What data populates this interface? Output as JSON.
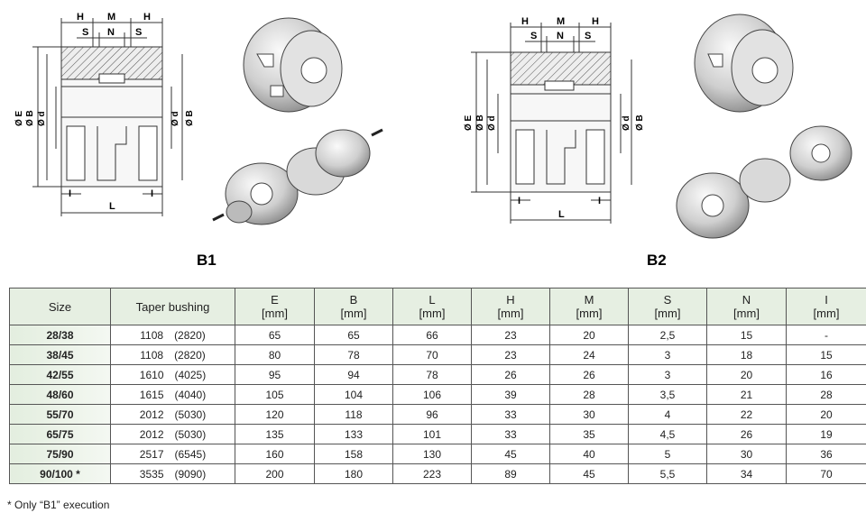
{
  "figures": [
    {
      "id": "B1",
      "label": "B1",
      "dims": {
        "H": "H",
        "M": "M",
        "S": "S",
        "N": "N",
        "E": "Ø E",
        "B": "Ø B",
        "d": "Ø d",
        "I": "I",
        "L": "L"
      }
    },
    {
      "id": "B2",
      "label": "B2",
      "dims": {
        "H": "H",
        "M": "M",
        "S": "S",
        "N": "N",
        "E": "Ø E",
        "B": "Ø B",
        "d": "Ø d",
        "I": "I",
        "L": "L"
      }
    }
  ],
  "table": {
    "headers": [
      {
        "line1": "Size",
        "line2": ""
      },
      {
        "line1": "Taper bushing",
        "line2": ""
      },
      {
        "line1": "E",
        "line2": "[mm]"
      },
      {
        "line1": "B",
        "line2": "[mm]"
      },
      {
        "line1": "L",
        "line2": "[mm]"
      },
      {
        "line1": "H",
        "line2": "[mm]"
      },
      {
        "line1": "M",
        "line2": "[mm]"
      },
      {
        "line1": "S",
        "line2": "[mm]"
      },
      {
        "line1": "N",
        "line2": "[mm]"
      },
      {
        "line1": "I",
        "line2": "[mm]"
      }
    ],
    "rows": [
      {
        "size": "28/38",
        "bush": "1108",
        "bush_alt": "(2820)",
        "E": "65",
        "B": "65",
        "L": "66",
        "H": "23",
        "M": "20",
        "S": "2,5",
        "N": "15",
        "I": "-"
      },
      {
        "size": "38/45",
        "bush": "1108",
        "bush_alt": "(2820)",
        "E": "80",
        "B": "78",
        "L": "70",
        "H": "23",
        "M": "24",
        "S": "3",
        "N": "18",
        "I": "15"
      },
      {
        "size": "42/55",
        "bush": "1610",
        "bush_alt": "(4025)",
        "E": "95",
        "B": "94",
        "L": "78",
        "H": "26",
        "M": "26",
        "S": "3",
        "N": "20",
        "I": "16"
      },
      {
        "size": "48/60",
        "bush": "1615",
        "bush_alt": "(4040)",
        "E": "105",
        "B": "104",
        "L": "106",
        "H": "39",
        "M": "28",
        "S": "3,5",
        "N": "21",
        "I": "28"
      },
      {
        "size": "55/70",
        "bush": "2012",
        "bush_alt": "(5030)",
        "E": "120",
        "B": "118",
        "L": "96",
        "H": "33",
        "M": "30",
        "S": "4",
        "N": "22",
        "I": "20"
      },
      {
        "size": "65/75",
        "bush": "2012",
        "bush_alt": "(5030)",
        "E": "135",
        "B": "133",
        "L": "101",
        "H": "33",
        "M": "35",
        "S": "4,5",
        "N": "26",
        "I": "19"
      },
      {
        "size": "75/90",
        "bush": "2517",
        "bush_alt": "(6545)",
        "E": "160",
        "B": "158",
        "L": "130",
        "H": "45",
        "M": "40",
        "S": "5",
        "N": "30",
        "I": "36"
      },
      {
        "size": "90/100 *",
        "bush": "3535",
        "bush_alt": "(9090)",
        "E": "200",
        "B": "180",
        "L": "223",
        "H": "89",
        "M": "45",
        "S": "5,5",
        "N": "34",
        "I": "70"
      }
    ]
  },
  "footnote": "* Only “B1” execution"
}
